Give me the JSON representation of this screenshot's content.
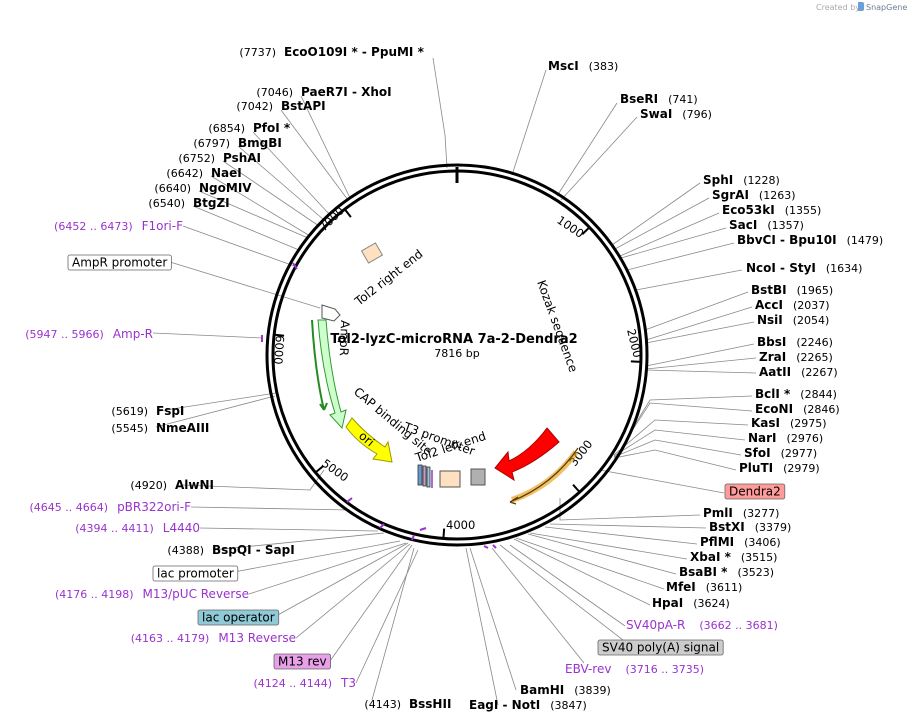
{
  "app": {
    "credit_text": "Created by",
    "credit_brand": "SnapGene"
  },
  "plasmid": {
    "name": "Tol2-lyzC-microRNA 7a-2-Dendra2",
    "length_text": "7816 bp",
    "length": 7816
  },
  "ticks": [
    {
      "label": "1000",
      "pos": 1000
    },
    {
      "label": "2000",
      "pos": 2000
    },
    {
      "label": "3000",
      "pos": 3000
    },
    {
      "label": "4000",
      "pos": 4000
    },
    {
      "label": "5000",
      "pos": 5000
    },
    {
      "label": "6000",
      "pos": 6000
    },
    {
      "label": "7000",
      "pos": 7000
    }
  ],
  "sites": [
    {
      "name": "EcoO109I *  -  PpuMI *",
      "num": "(7737)",
      "pos": 7737
    },
    {
      "name": "MscI",
      "num": "(383)",
      "pos": 383
    },
    {
      "name": "BseRI",
      "num": "(741)",
      "pos": 741
    },
    {
      "name": "SwaI",
      "num": "(796)",
      "pos": 796
    },
    {
      "name": "PaeR7I  -  XhoI",
      "num": "(7046)",
      "pos": 7046
    },
    {
      "name": "BstAPI",
      "num": "(7042)",
      "pos": 7042
    },
    {
      "name": "PfoI *",
      "num": "(6854)",
      "pos": 6854
    },
    {
      "name": "BmgBI",
      "num": "(6797)",
      "pos": 6797
    },
    {
      "name": "PshAI",
      "num": "(6752)",
      "pos": 6752
    },
    {
      "name": "NaeI",
      "num": "(6642)",
      "pos": 6642
    },
    {
      "name": "NgoMIV",
      "num": "(6640)",
      "pos": 6640
    },
    {
      "name": "BtgZI",
      "num": "(6540)",
      "pos": 6540
    },
    {
      "name": "SphI",
      "num": "(1228)",
      "pos": 1228
    },
    {
      "name": "SgrAI",
      "num": "(1263)",
      "pos": 1263
    },
    {
      "name": "Eco53kI",
      "num": "(1355)",
      "pos": 1355
    },
    {
      "name": "SacI",
      "num": "(1357)",
      "pos": 1357
    },
    {
      "name": "BbvCI  -  Bpu10I",
      "num": "(1479)",
      "pos": 1479
    },
    {
      "name": "NcoI  -  StyI",
      "num": "(1634)",
      "pos": 1634
    },
    {
      "name": "BstBI",
      "num": "(1965)",
      "pos": 1965
    },
    {
      "name": "AccI",
      "num": "(2037)",
      "pos": 2037
    },
    {
      "name": "NsiI",
      "num": "(2054)",
      "pos": 2054
    },
    {
      "name": "BbsI",
      "num": "(2246)",
      "pos": 2246
    },
    {
      "name": "ZraI",
      "num": "(2265)",
      "pos": 2265
    },
    {
      "name": "AatII",
      "num": "(2267)",
      "pos": 2267
    },
    {
      "name": "BclI *",
      "num": "(2844)",
      "pos": 2844
    },
    {
      "name": "EcoNI",
      "num": "(2846)",
      "pos": 2846
    },
    {
      "name": "KasI",
      "num": "(2975)",
      "pos": 2975
    },
    {
      "name": "NarI",
      "num": "(2976)",
      "pos": 2976
    },
    {
      "name": "SfoI",
      "num": "(2977)",
      "pos": 2977
    },
    {
      "name": "PluTI",
      "num": "(2979)",
      "pos": 2979
    },
    {
      "name": "PmlI",
      "num": "(3277)",
      "pos": 3277
    },
    {
      "name": "BstXI",
      "num": "(3379)",
      "pos": 3379
    },
    {
      "name": "PflMI",
      "num": "(3406)",
      "pos": 3406
    },
    {
      "name": "XbaI *",
      "num": "(3515)",
      "pos": 3515
    },
    {
      "name": "BsaBI *",
      "num": "(3523)",
      "pos": 3523
    },
    {
      "name": "MfeI",
      "num": "(3611)",
      "pos": 3611
    },
    {
      "name": "HpaI",
      "num": "(3624)",
      "pos": 3624
    },
    {
      "name": "FspI",
      "num": "(5619)",
      "pos": 5619
    },
    {
      "name": "NmeAIII",
      "num": "(5545)",
      "pos": 5545
    },
    {
      "name": "AlwNI",
      "num": "(4920)",
      "pos": 4920
    },
    {
      "name": "BspQI  -  SapI",
      "num": "(4388)",
      "pos": 4388
    },
    {
      "name": "BssHII",
      "num": "(4143)",
      "pos": 4143
    },
    {
      "name": "EagI  -  NotI",
      "num": "(3847)",
      "pos": 3847
    },
    {
      "name": "BamHI",
      "num": "(3839)",
      "pos": 3839
    }
  ],
  "primers": [
    {
      "name": "F1ori-F",
      "range": "(6452 .. 6473)",
      "pos": 6462
    },
    {
      "name": "Amp-R",
      "range": "(5947 .. 5966)",
      "pos": 5956
    },
    {
      "name": "pBR322ori-F",
      "range": "(4645 .. 4664)",
      "pos": 4654
    },
    {
      "name": "L4440",
      "range": "(4394 .. 4411)",
      "pos": 4402
    },
    {
      "name": "M13/pUC Reverse",
      "range": "(4176 .. 4198)",
      "pos": 4187
    },
    {
      "name": "M13 Reverse",
      "range": "(4163 .. 4179)",
      "pos": 4171
    },
    {
      "name": "T3",
      "range": "(4124 .. 4144)",
      "pos": 4134
    },
    {
      "name": "SV40pA-R",
      "range": "(3662 .. 3681)",
      "pos": 3671
    },
    {
      "name": "EBV-rev",
      "range": "(3716 .. 3735)",
      "pos": 3725
    }
  ],
  "boxed_features": [
    {
      "name": "AmpR promoter",
      "fill": "#ffffff",
      "pos": 6180
    },
    {
      "name": "Dendra2",
      "fill": "#ff9b9b",
      "pos": 3000
    },
    {
      "name": "lac promoter",
      "fill": "#ffffff",
      "pos": 4230
    },
    {
      "name": "lac operator",
      "fill": "#8fcad6",
      "pos": 4210
    },
    {
      "name": "M13 rev",
      "fill": "#e8a0e8",
      "pos": 4170
    },
    {
      "name": "SV40 poly(A) signal",
      "fill": "#cccccc",
      "pos": 3700
    }
  ],
  "inner_labels": [
    {
      "text": "Tol2 right end"
    },
    {
      "text": "Kozak sequence"
    },
    {
      "text": "AmpR"
    },
    {
      "text": "CAP binding site"
    },
    {
      "text": "ori"
    },
    {
      "text": "T3 promoter"
    },
    {
      "text": "Tol2 left end"
    }
  ],
  "colors": {
    "backbone": "#000000",
    "leader": "#888888",
    "primer": "#9933cc",
    "ampr_fill": "#ccffcc",
    "ampr_stroke": "#339933",
    "ori_fill": "#ffff00",
    "dendra_fill": "#ff0000",
    "tol2_fill": "#ffe0c0",
    "tol2_left_fill": "#b0b0b0",
    "orange_arc": "#e69500",
    "green_arc": "#228b22"
  }
}
